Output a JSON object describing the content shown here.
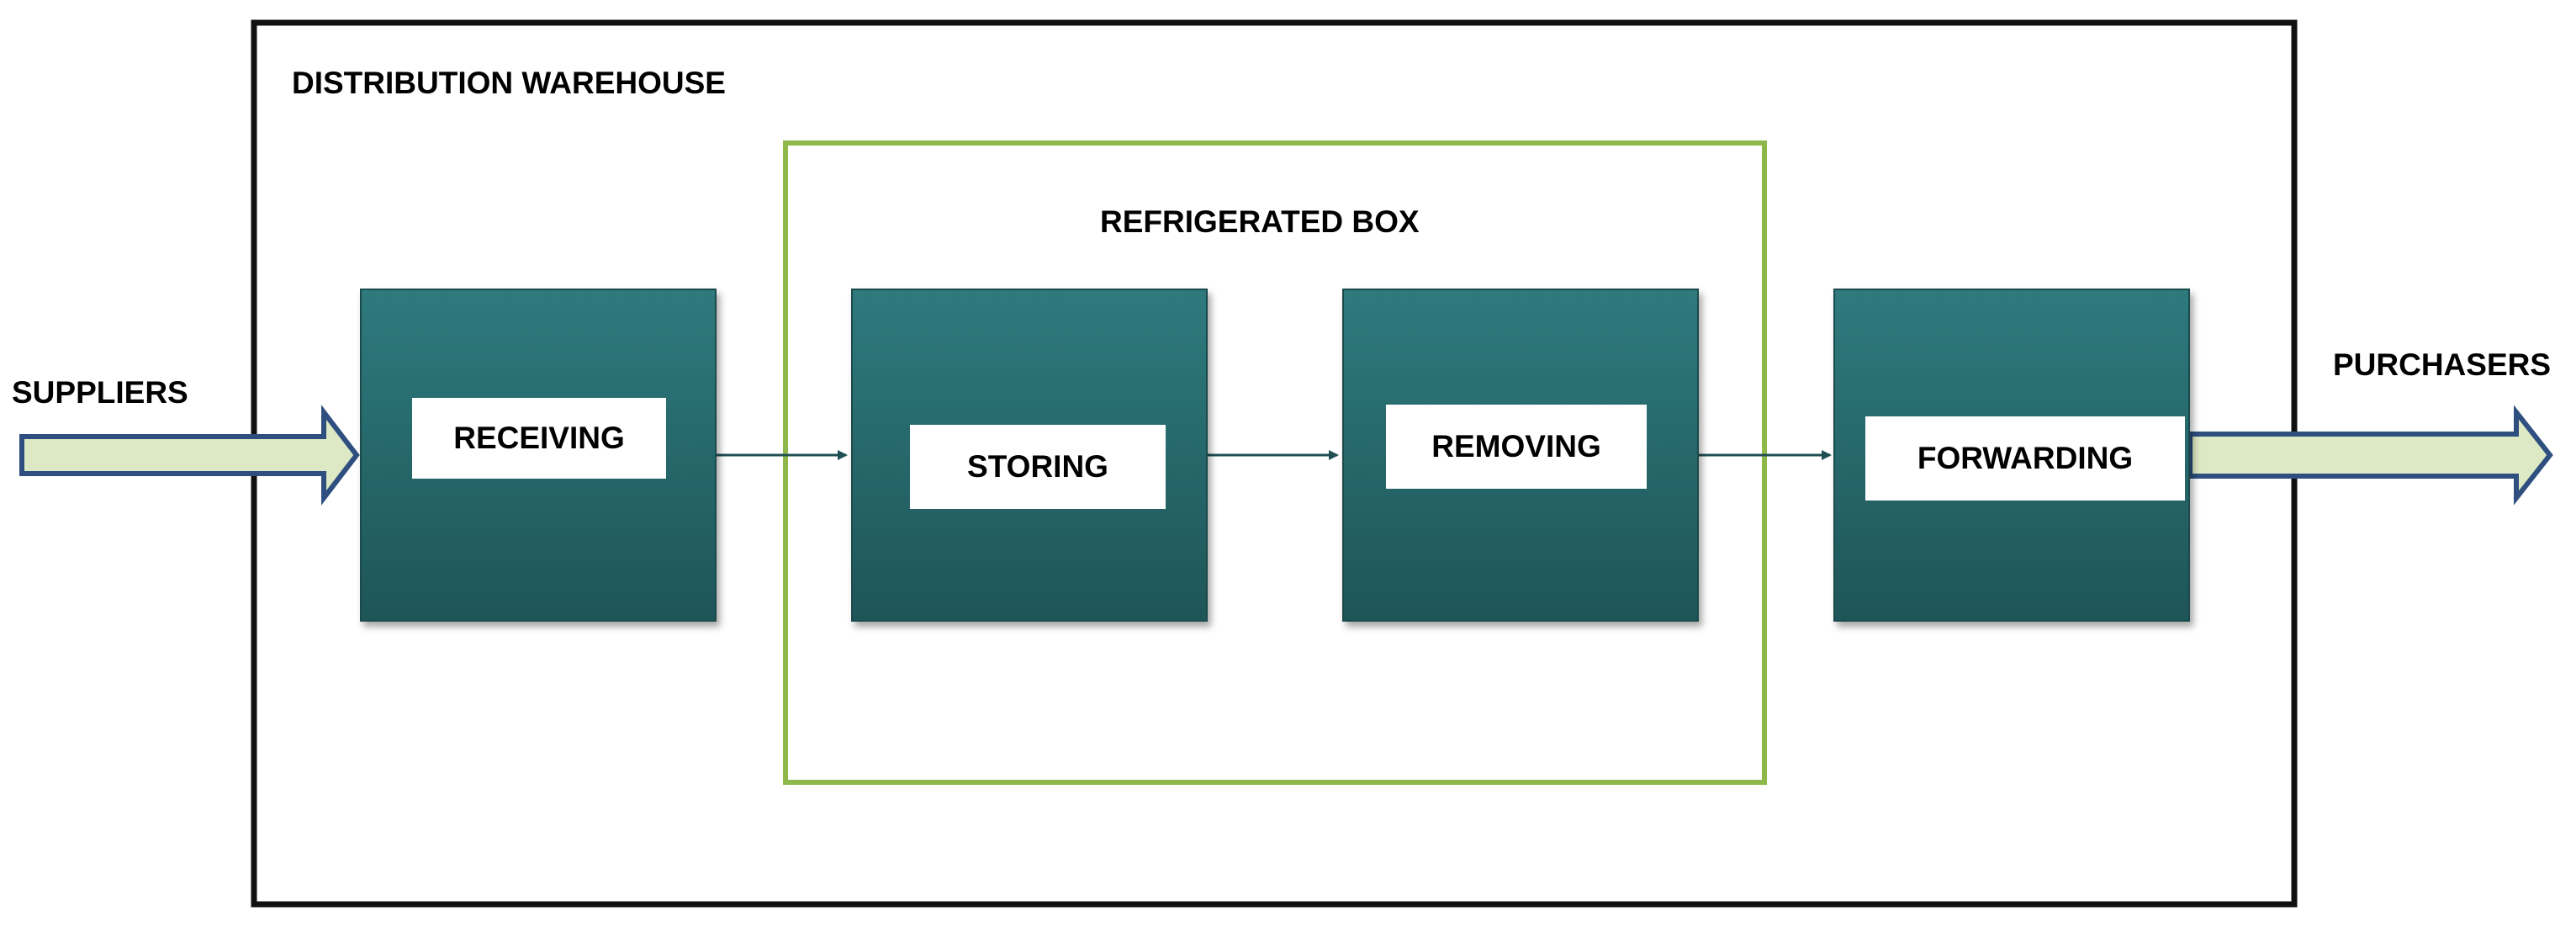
{
  "warehouse": {
    "label": "DISTRIBUTION WAREHOUSE"
  },
  "refrigerated_box": {
    "label": "REFRIGERATED BOX"
  },
  "external": {
    "input_label": "SUPPLIERS",
    "output_label": "PURCHASERS"
  },
  "stages": [
    {
      "label": "RECEIVING"
    },
    {
      "label": "STORING"
    },
    {
      "label": "REMOVING"
    },
    {
      "label": "FORWARDING"
    }
  ],
  "colors": {
    "stage_fill_top": "#2e7a7d",
    "stage_fill_bottom": "#1e5558",
    "refrigerated_border": "#8fb84a",
    "big_arrow_fill": "#dde8c4",
    "big_arrow_stroke": "#2e4f7f",
    "connector": "#1f4f52"
  }
}
